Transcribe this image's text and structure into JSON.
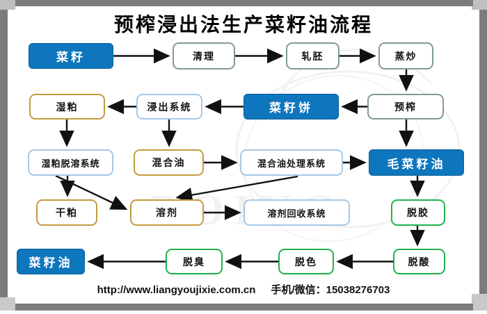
{
  "title": "预榨浸出法生产菜籽油流程",
  "watermark_text": "DOING",
  "footer": {
    "website": "http://www.liangyoujixie.com.cn",
    "contact": "手机/微信：15038276703"
  },
  "colors": {
    "primary_fill": "#0e76bc",
    "teal_border": "#82989a",
    "gold_border": "#c49a3f",
    "lightblue_border": "#a5c7e5",
    "green_border": "#21b14c",
    "arrow": "#111111",
    "frame_dark": "#7c7c7c",
    "frame_light": "#bfbfbf"
  },
  "nodes": [
    {
      "label": "菜籽",
      "type": "primary"
    },
    {
      "label": "清理",
      "type": "plain"
    },
    {
      "label": "轧胚",
      "type": "plain"
    },
    {
      "label": "蒸炒",
      "type": "plain"
    },
    {
      "label": "湿粕",
      "type": "gold"
    },
    {
      "label": "浸出系统",
      "type": "lightblue"
    },
    {
      "label": "菜籽饼",
      "type": "primary"
    },
    {
      "label": "预榨",
      "type": "plain"
    },
    {
      "label": "湿粕脱溶系统",
      "type": "lightblue"
    },
    {
      "label": "混合油",
      "type": "gold"
    },
    {
      "label": "混合油处理系统",
      "type": "lightblue"
    },
    {
      "label": "毛菜籽油",
      "type": "primary"
    },
    {
      "label": "干粕",
      "type": "gold"
    },
    {
      "label": "溶剂",
      "type": "gold"
    },
    {
      "label": "溶剂回收系统",
      "type": "lightblue"
    },
    {
      "label": "脱胶",
      "type": "green"
    },
    {
      "label": "菜籽油",
      "type": "primary"
    },
    {
      "label": "脱臭",
      "type": "green"
    },
    {
      "label": "脱色",
      "type": "green"
    },
    {
      "label": "脱酸",
      "type": "green"
    }
  ],
  "edges": [
    {
      "from": "菜籽",
      "to": "清理"
    },
    {
      "from": "清理",
      "to": "轧胚"
    },
    {
      "from": "轧胚",
      "to": "蒸炒"
    },
    {
      "from": "蒸炒",
      "to": "预榨"
    },
    {
      "from": "预榨",
      "to": "菜籽饼"
    },
    {
      "from": "菜籽饼",
      "to": "浸出系统"
    },
    {
      "from": "浸出系统",
      "to": "湿粕"
    },
    {
      "from": "湿粕",
      "to": "湿粕脱溶系统"
    },
    {
      "from": "浸出系统",
      "to": "混合油"
    },
    {
      "from": "预榨",
      "to": "毛菜籽油"
    },
    {
      "from": "混合油",
      "to": "混合油处理系统"
    },
    {
      "from": "混合油处理系统",
      "to": "毛菜籽油"
    },
    {
      "from": "湿粕脱溶系统",
      "to": "干粕"
    },
    {
      "from": "湿粕脱溶系统",
      "to": "溶剂"
    },
    {
      "from": "混合油处理系统",
      "to": "溶剂"
    },
    {
      "from": "溶剂",
      "to": "溶剂回收系统"
    },
    {
      "from": "毛菜籽油",
      "to": "脱胶"
    },
    {
      "from": "脱胶",
      "to": "脱酸"
    },
    {
      "from": "脱酸",
      "to": "脱色"
    },
    {
      "from": "脱色",
      "to": "脱臭"
    },
    {
      "from": "脱臭",
      "to": "菜籽油"
    }
  ]
}
